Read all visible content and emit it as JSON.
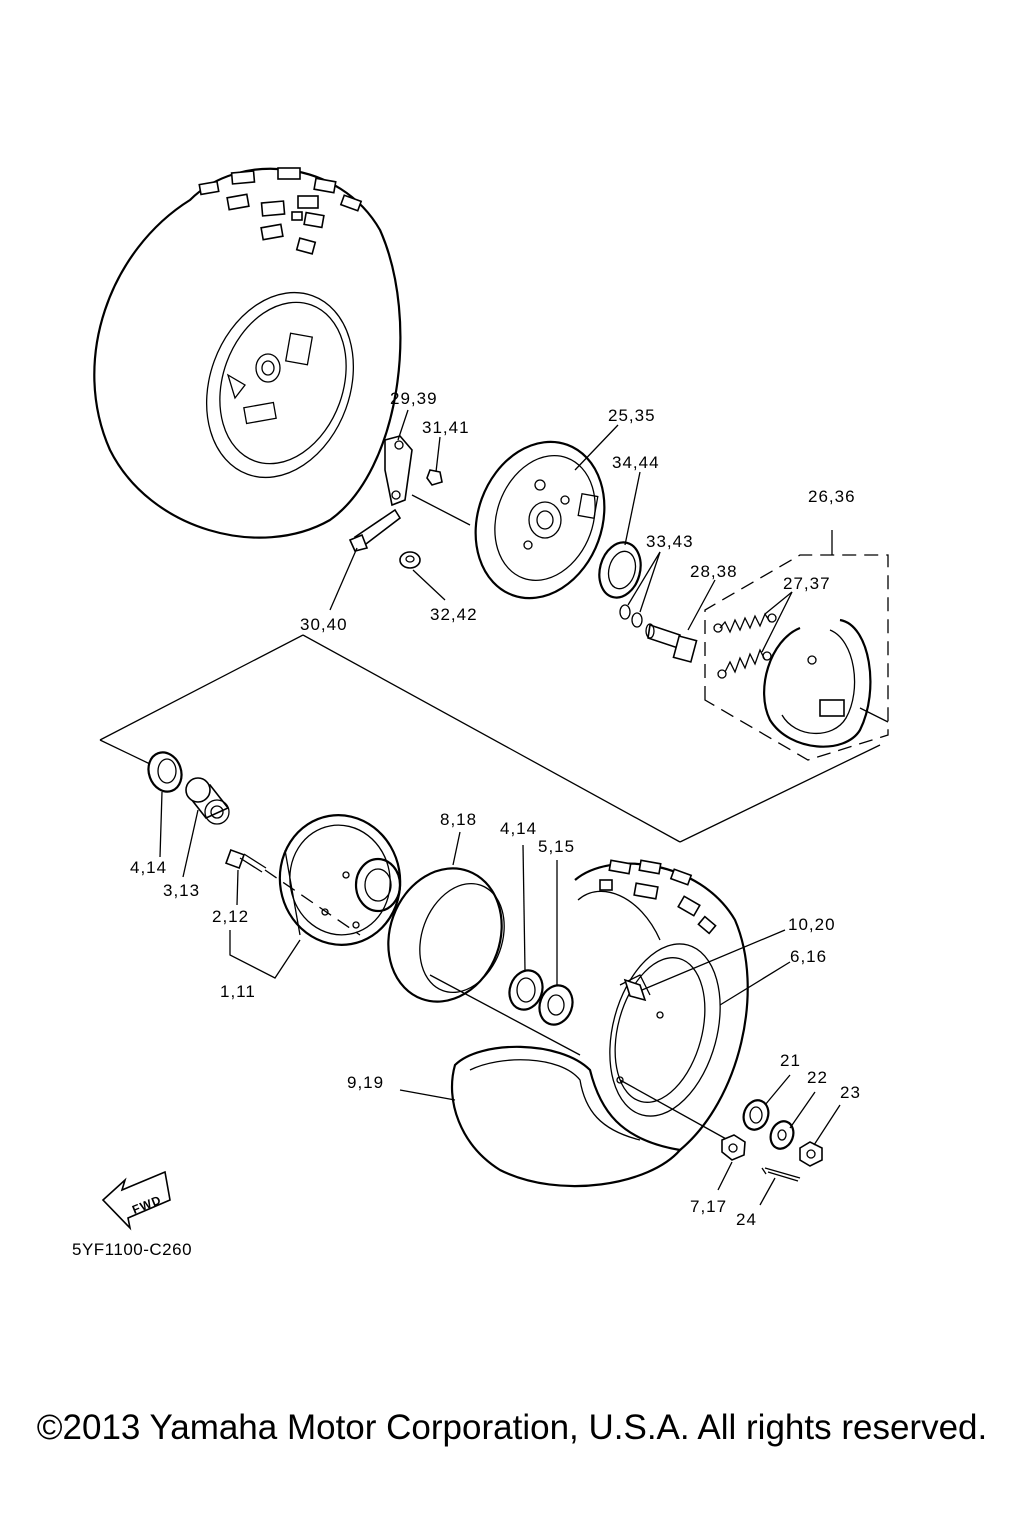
{
  "labels": {
    "l_29_39": "29,39",
    "l_31_41": "31,41",
    "l_25_35": "25,35",
    "l_34_44": "34,44",
    "l_26_36": "26,36",
    "l_33_43": "33,43",
    "l_28_38": "28,38",
    "l_27_37": "27,37",
    "l_30_40": "30,40",
    "l_32_42": "32,42",
    "l_8_18": "8,18",
    "l_4_14_a": "4,14",
    "l_5_15": "5,15",
    "l_4_14_b": "4,14",
    "l_3_13": "3,13",
    "l_2_12": "2,12",
    "l_1_11": "1,11",
    "l_10_20": "10,20",
    "l_6_16": "6,16",
    "l_21": "21",
    "l_22": "22",
    "l_23": "23",
    "l_9_19": "9,19",
    "l_7_17": "7,17",
    "l_24": "24"
  },
  "fwd_label": "FWD",
  "diagram_code": "5YF1100-C260",
  "copyright": "©2013 Yamaha Motor Corporation, U.S.A. All rights reserved."
}
